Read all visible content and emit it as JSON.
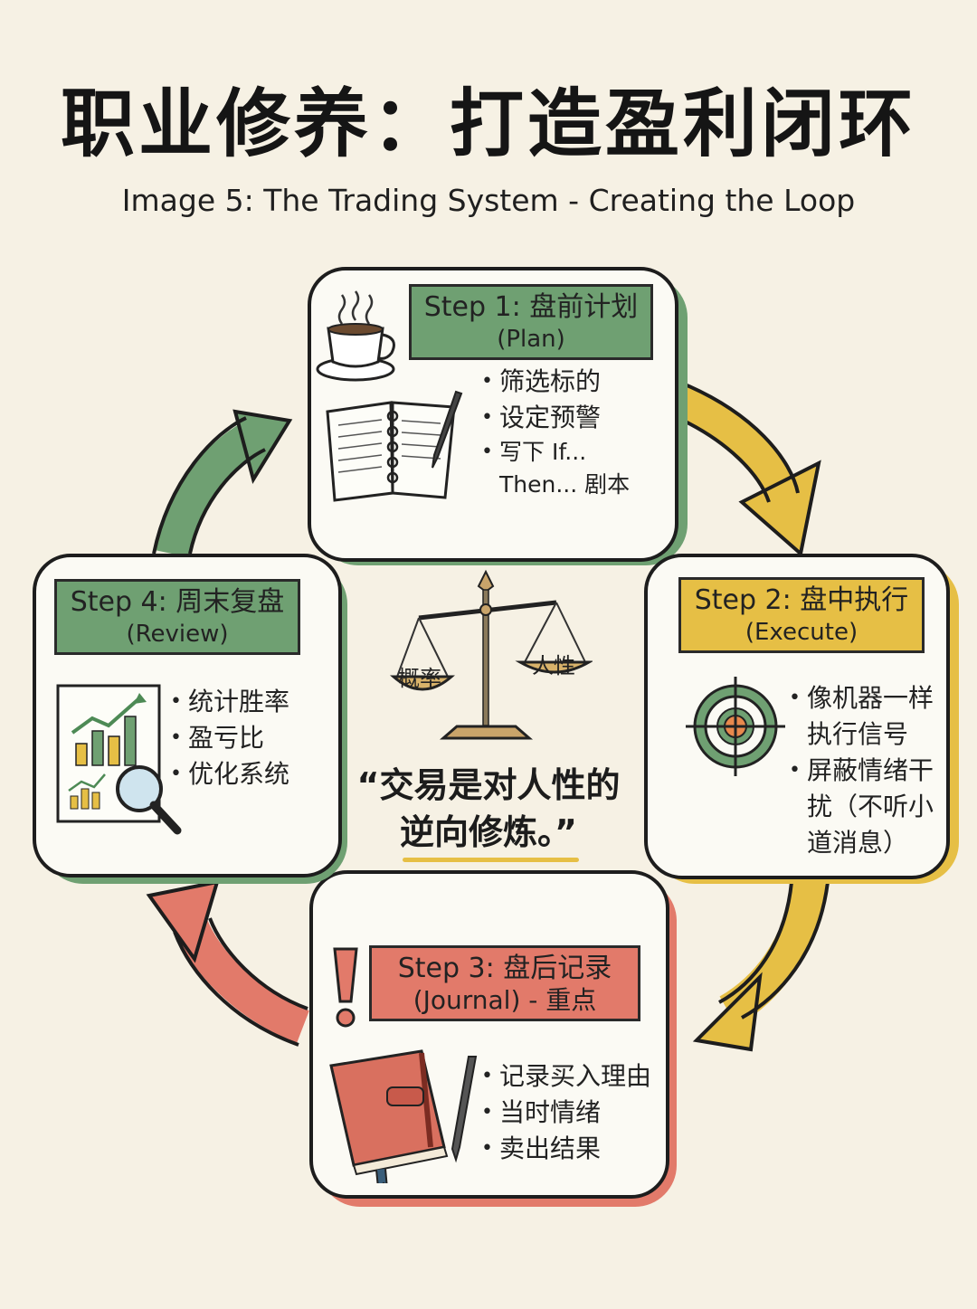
{
  "title": "职业修养：打造盈利闭环",
  "subtitle": "Image 5: The Trading System - Creating the Loop",
  "colors": {
    "plan": "#6fa072",
    "execute": "#e6bf45",
    "journal": "#e27a6a",
    "review": "#6fa072",
    "background": "#f6f1e4"
  },
  "steps": [
    {
      "label": "Step 1: 盘前计划",
      "sub": "(Plan)",
      "icons": [
        "coffee-cup-icon",
        "notebook-pen-icon"
      ],
      "items": [
        "筛选标的",
        "设定预警",
        "写下 If... Then... 剧本"
      ]
    },
    {
      "label": "Step 2: 盘中执行",
      "sub": "(Execute)",
      "icons": [
        "target-icon"
      ],
      "items": [
        "像机器一样执行信号",
        "屏蔽情绪干扰（不听小道消息）"
      ]
    },
    {
      "label": "Step 3: 盘后记录",
      "sub": "(Journal) - 重点",
      "icons": [
        "exclamation-icon",
        "journal-book-icon",
        "pen-icon"
      ],
      "items": [
        "记录买入理由",
        "当时情绪",
        "卖出结果"
      ]
    },
    {
      "label": "Step 4: 周末复盘",
      "sub": "(Review)",
      "icons": [
        "chart-magnifier-icon"
      ],
      "items": [
        "统计胜率",
        "盈亏比",
        "优化系统"
      ]
    }
  ],
  "center": {
    "scale_left": "概率",
    "scale_right": "人性",
    "quote_line1": "“交易是对人性的",
    "quote_line2": "逆向修炼。”"
  }
}
